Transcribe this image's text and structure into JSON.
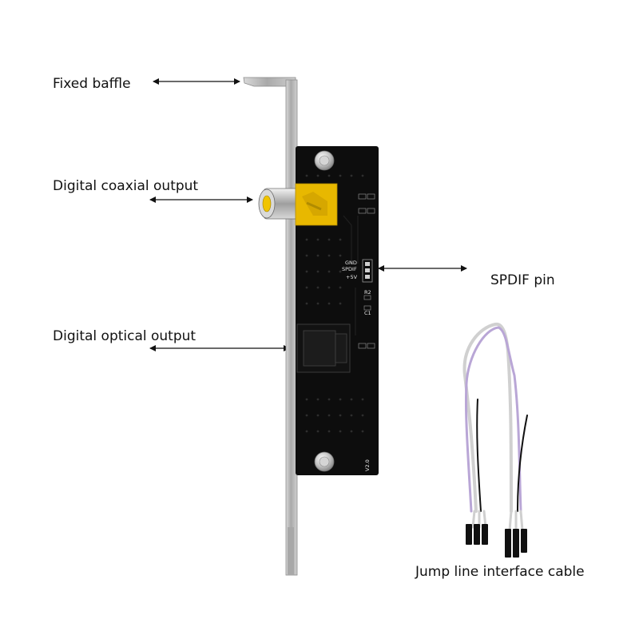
{
  "callouts": {
    "fixed_baffle": "Fixed baffle",
    "coaxial": "Digital coaxial output",
    "optical": "Digital optical output",
    "spdif_pin": "SPDIF pin",
    "cable": "Jump line interface cable"
  },
  "silkscreen": {
    "gnd": "GND",
    "spdif": "SPDIF",
    "plus5v": "+5V",
    "version": "V2.0",
    "r2": "R2",
    "c1": "C1"
  },
  "colors": {
    "pcb": "#0d0d0d",
    "bracket": "#b9b9b9",
    "rca_jack": "#e8b800",
    "cable_white": "#f2f2f2",
    "cable_purple": "#b9a6d6",
    "cable_black": "#111111"
  }
}
